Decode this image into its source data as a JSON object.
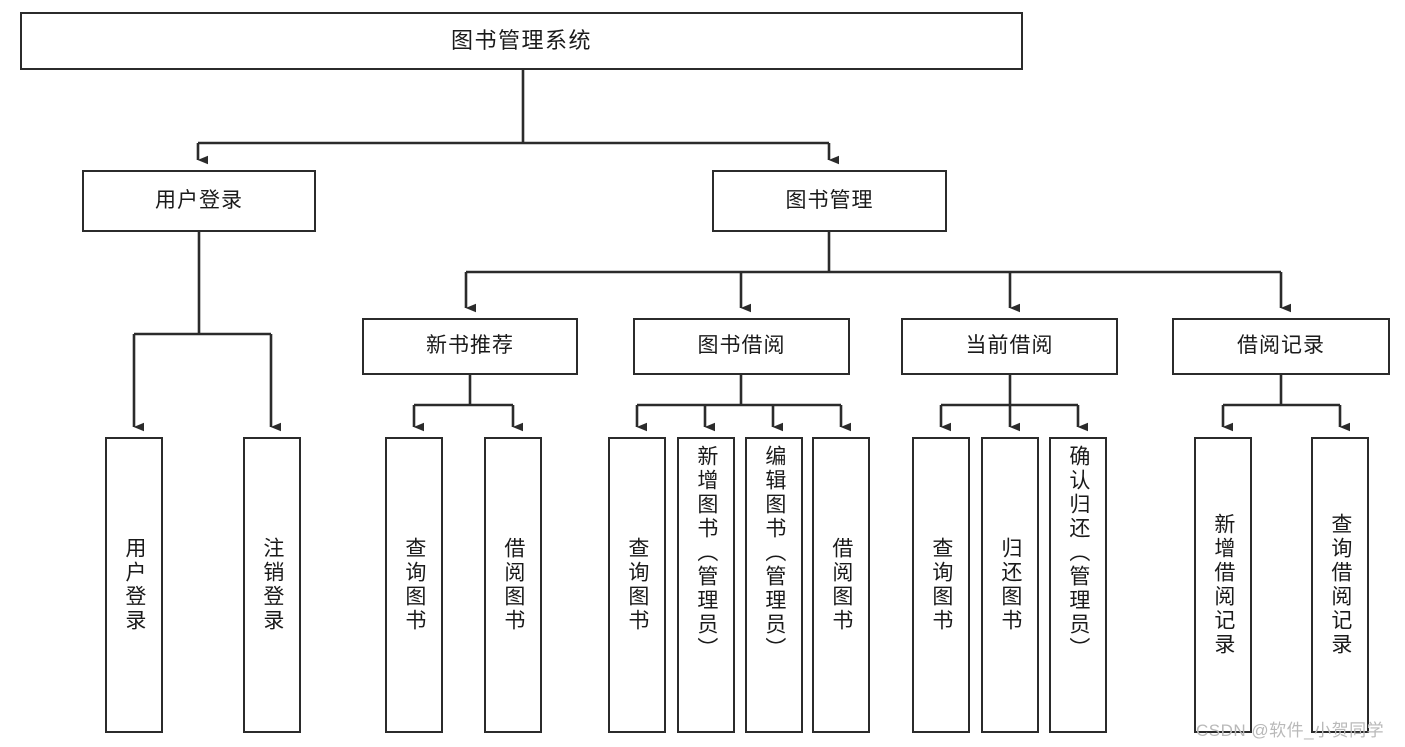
{
  "diagram": {
    "title": "图书管理系统",
    "type": "tree-hierarchy-diagram",
    "stroke_color": "#2b2b2b",
    "fill_color": "#ffffff",
    "text_color": "#1a1a1a"
  },
  "nodes": {
    "root": {
      "label": "图书管理系统"
    },
    "level2": [
      {
        "id": "user-login",
        "label": "用户登录"
      },
      {
        "id": "book-manage",
        "label": "图书管理"
      }
    ],
    "level3": [
      {
        "id": "new-book-recommend",
        "label": "新书推荐"
      },
      {
        "id": "book-borrow",
        "label": "图书借阅"
      },
      {
        "id": "current-borrow",
        "label": "当前借阅"
      },
      {
        "id": "borrow-record",
        "label": "借阅记录"
      }
    ],
    "leaves": {
      "user-login": [
        {
          "id": "leaf-user-login",
          "label": "用户登录"
        },
        {
          "id": "leaf-logout-login",
          "label": "注销登录"
        }
      ],
      "new-book-recommend": [
        {
          "id": "leaf-query-book-1",
          "label": "查询图书"
        },
        {
          "id": "leaf-borrow-book-1",
          "label": "借阅图书"
        }
      ],
      "book-borrow": [
        {
          "id": "leaf-query-book-2",
          "label": "查询图书"
        },
        {
          "id": "leaf-add-book-admin",
          "label": "新增图书（管理员）"
        },
        {
          "id": "leaf-edit-book-admin",
          "label": "编辑图书（管理员）"
        },
        {
          "id": "leaf-borrow-book-2",
          "label": "借阅图书"
        }
      ],
      "current-borrow": [
        {
          "id": "leaf-query-book-3",
          "label": "查询图书"
        },
        {
          "id": "leaf-return-book",
          "label": "归还图书"
        },
        {
          "id": "leaf-confirm-return-admin",
          "label": "确认归还（管理员）"
        }
      ],
      "borrow-record": [
        {
          "id": "leaf-add-borrow-record",
          "label": "新增借阅记录"
        },
        {
          "id": "leaf-query-borrow-record",
          "label": "查询借阅记录"
        }
      ]
    }
  },
  "watermark": {
    "text": "CSDN @软件_小贺同学"
  }
}
